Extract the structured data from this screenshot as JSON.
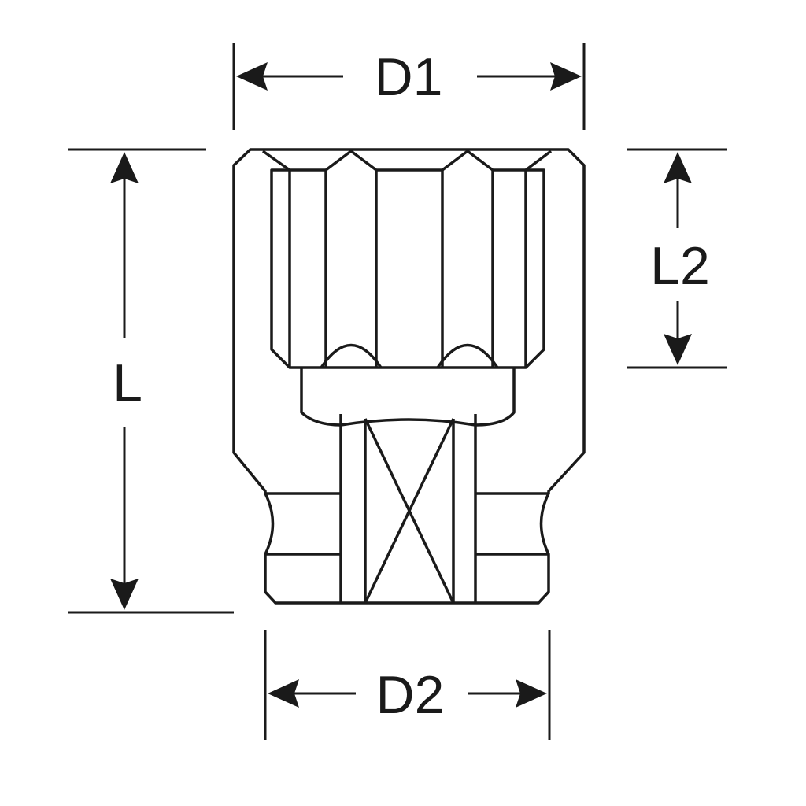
{
  "dimensions": {
    "d1": "D1",
    "d2": "D2",
    "l": "L",
    "l2": "L2"
  },
  "colors": {
    "ink": "#1a1a1a",
    "background": "#ffffff"
  }
}
